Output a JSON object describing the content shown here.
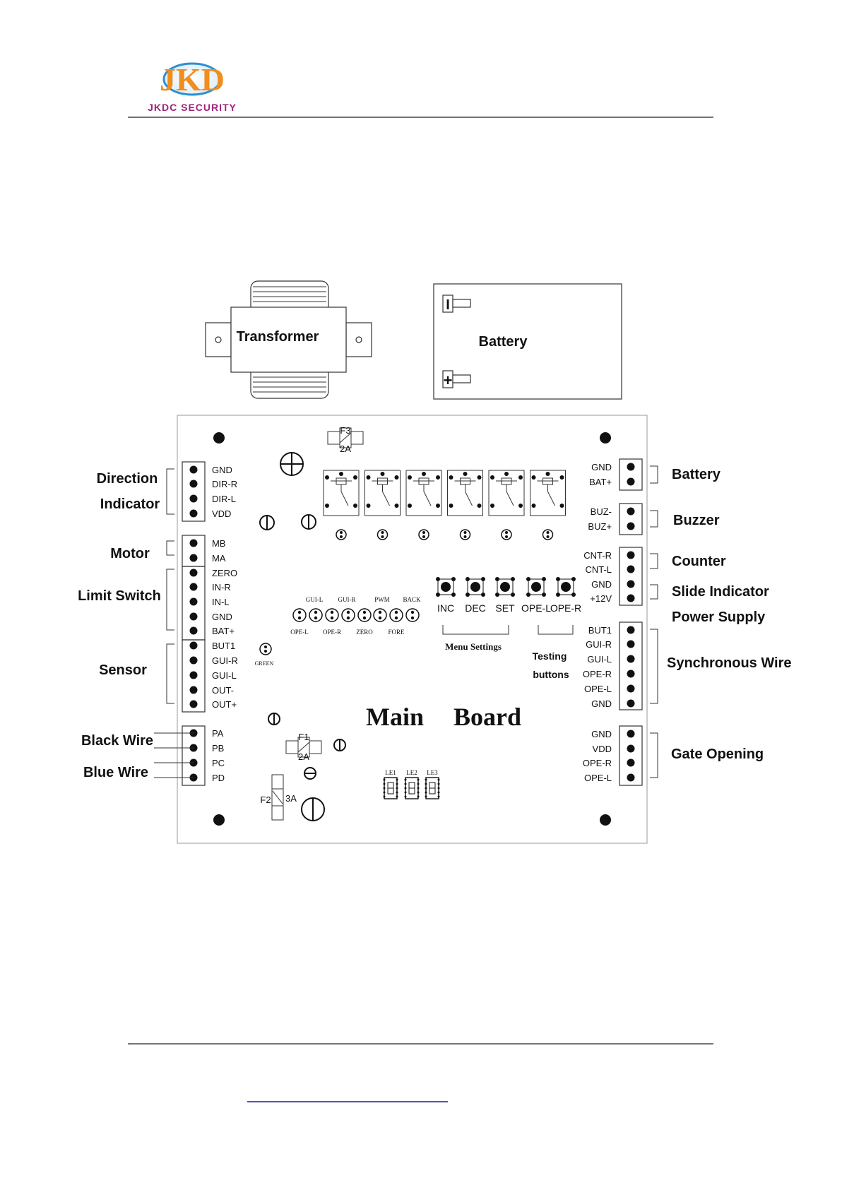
{
  "header": {
    "logo_letters": "JKD",
    "company_name": "JKDC SECURITY"
  },
  "colors": {
    "logo_orange": "#f28c1e",
    "logo_blue": "#2f8fd0",
    "logo_magenta": "#a0257a",
    "line": "#222222"
  },
  "components": {
    "transformer": "Transformer",
    "battery_box": "Battery",
    "battery_minus": "I",
    "battery_plus": "+"
  },
  "board": {
    "title_main": "Main",
    "title_board": "Board",
    "fuses": {
      "f3_name": "F3",
      "f3_rating": "2A",
      "f1_name": "F1",
      "f1_rating": "2A",
      "f2_name": "F2",
      "f2_rating": "3A"
    },
    "left_pins": [
      "GND",
      "DIR-R",
      "DIR-L",
      "VDD",
      "MB",
      "MA",
      "ZERO",
      "IN-R",
      "IN-L",
      "GND",
      "BAT+",
      "BUT1",
      "GUI-R",
      "GUI-L",
      "OUT-",
      "OUT+"
    ],
    "left_pins_bottom": [
      "PA",
      "PB",
      "PC",
      "PD"
    ],
    "right_pins_battery": [
      "GND",
      "BAT+"
    ],
    "right_pins_buzzer": [
      "BUZ-",
      "BUZ+"
    ],
    "right_pins_counter": [
      "CNT-R",
      "CNT-L",
      "GND",
      "+12V"
    ],
    "right_pins_sync": [
      "BUT1",
      "GUI-R",
      "GUI-L",
      "OPE-R",
      "OPE-L",
      "GND"
    ],
    "right_pins_gate": [
      "GND",
      "VDD",
      "OPE-R",
      "OPE-L"
    ],
    "buttons": [
      "INC",
      "DEC",
      "SET",
      "OPE-L",
      "OPE-R"
    ],
    "led_top_labels": [
      "GUI-L",
      "GUI-R",
      "PWM",
      "BACK"
    ],
    "led_bottom_labels": [
      "OPE-L",
      "OPE-R",
      "ZERO",
      "FORE"
    ],
    "green_led": "GREEN",
    "digit_labels": [
      "LE1",
      "LE2",
      "LE3"
    ],
    "menu_settings": "Menu Settings",
    "testing_line1": "Testing",
    "testing_line2": "buttons"
  },
  "callouts": {
    "left": {
      "direction": "Direction",
      "indicator": "Indicator",
      "motor": "Motor",
      "limit_switch": "Limit Switch",
      "sensor": "Sensor",
      "black_wire": "Black Wire",
      "blue_wire": "Blue Wire"
    },
    "right": {
      "battery": "Battery",
      "buzzer": "Buzzer",
      "counter": "Counter",
      "slide_indicator": "Slide Indicator",
      "power_supply": "Power Supply",
      "synchronous_wire": "Synchronous Wire",
      "gate_opening": "Gate Opening"
    }
  }
}
